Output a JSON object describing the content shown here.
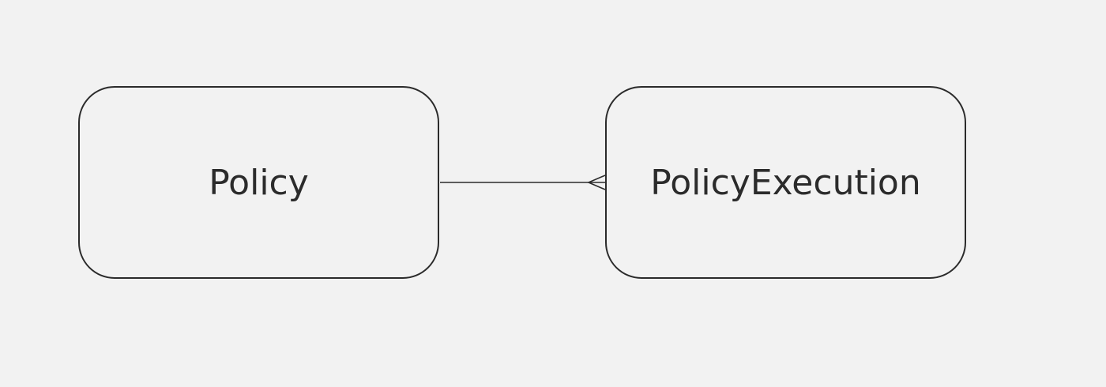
{
  "diagram": {
    "entities": [
      {
        "id": "policy",
        "label": "Policy"
      },
      {
        "id": "policy-execution",
        "label": "PolicyExecution"
      }
    ],
    "relationships": [
      {
        "from": "policy",
        "to": "policy-execution",
        "from_cardinality": "one",
        "to_cardinality": "many"
      }
    ],
    "colors": {
      "background": "#f2f2f2",
      "stroke": "#2b2b2b",
      "text": "#2b2b2b"
    }
  }
}
